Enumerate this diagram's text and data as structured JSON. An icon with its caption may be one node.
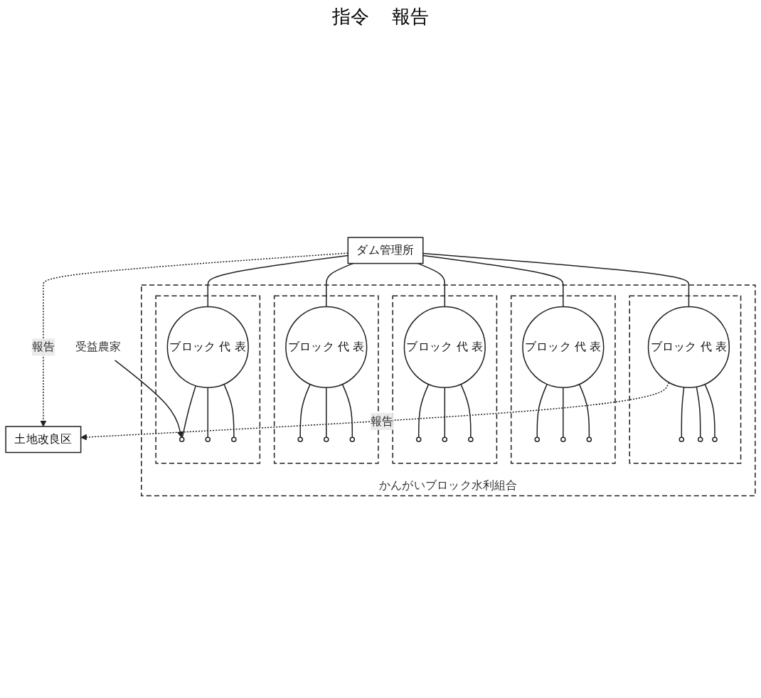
{
  "diagram": {
    "nodes": [
      {
        "text": [
          "ダム管理所"
        ]
      },
      {
        "text": [
          "土地改良区"
        ]
      },
      {
        "text": [
          "かんがいブロック水利組合"
        ]
      },
      {
        "text": [],
        "shape": "box",
        "in": 2
      },
      {
        "text": [
          "ブロック 代 表"
        ],
        "in": 3
      },
      {
        "text": [],
        "shape": "circle",
        "in": 3
      },
      {
        "text": [],
        "shape": "circle",
        "in": 3
      },
      {
        "text": [],
        "shape": "circle",
        "in": 3
      },
      {
        "text": [],
        "shape": "box",
        "in": 2
      },
      {
        "text": [
          "ブロック 代 表"
        ],
        "in": 8
      },
      {
        "text": [],
        "shape": "circle",
        "in": 8
      },
      {
        "text": [],
        "shape": "circle",
        "in": 8
      },
      {
        "text": [],
        "shape": "circle",
        "in": 8
      },
      {
        "text": [],
        "shape": "box",
        "in": 2
      },
      {
        "text": [
          "ブロック 代 表"
        ],
        "in": 13
      },
      {
        "text": [],
        "shape": "circle",
        "in": 13
      },
      {
        "text": [],
        "shape": "circle",
        "in": 13
      },
      {
        "text": [],
        "shape": "circle",
        "in": 13
      },
      {
        "text": [],
        "shape": "box",
        "in": 2
      },
      {
        "text": [
          "ブロック 代 表"
        ],
        "in": 18
      },
      {
        "text": [],
        "shape": "circle",
        "in": 18
      },
      {
        "text": [],
        "shape": "circle",
        "in": 18
      },
      {
        "text": [],
        "shape": "circle",
        "in": 18
      },
      {
        "text": [],
        "shape": "box",
        "in": 2
      },
      {
        "text": [
          "ブロック 代 表"
        ],
        "in": 23
      },
      {
        "text": [],
        "shape": "circle",
        "in": 23
      },
      {
        "text": [],
        "shape": "circle",
        "in": 23
      },
      {
        "text": [],
        "shape": "circle",
        "in": 23
      },
      {
        "text": [
          "受益農家"
        ]
      }
    ],
    "edges": [
      {
        "from": 0,
        "to": 1,
        "arrow": "to",
        "style": "dashed",
        "label": "報告"
      },
      {
        "from": 0,
        "to": 4,
        "arrow": "none"
      },
      {
        "from": 0,
        "to": 9,
        "arrow": "none"
      },
      {
        "from": 0,
        "to": 14,
        "arrow": "none"
      },
      {
        "from": 0,
        "to": 19,
        "arrow": "none"
      },
      {
        "from": 0,
        "to": 24,
        "arrow": "none"
      },
      {
        "from": 24,
        "to": 1,
        "arrow": "to",
        "style": "dashed",
        "label": "報告"
      },
      {
        "from": 4,
        "to": 5,
        "arrow": "none"
      },
      {
        "from": 4,
        "to": 6,
        "arrow": "none"
      },
      {
        "from": 4,
        "to": 7,
        "arrow": "none"
      },
      {
        "from": 9,
        "to": 10,
        "arrow": "none"
      },
      {
        "from": 9,
        "to": 11,
        "arrow": "none"
      },
      {
        "from": 9,
        "to": 12,
        "arrow": "none"
      },
      {
        "from": 14,
        "to": 15,
        "arrow": "none"
      },
      {
        "from": 14,
        "to": 16,
        "arrow": "none"
      },
      {
        "from": 14,
        "to": 17,
        "arrow": "none"
      },
      {
        "from": 19,
        "to": 20,
        "arrow": "none"
      },
      {
        "from": 19,
        "to": 21,
        "arrow": "none"
      },
      {
        "from": 19,
        "to": 22,
        "arrow": "none"
      },
      {
        "from": 24,
        "to": 25,
        "arrow": "none"
      },
      {
        "from": 24,
        "to": 26,
        "arrow": "none"
      },
      {
        "from": 24,
        "to": 27,
        "arrow": "none"
      },
      {
        "from": 28,
        "to": 5,
        "arrow": "to"
      }
    ],
    "labels": [
      "指令",
      "報告"
    ]
  }
}
